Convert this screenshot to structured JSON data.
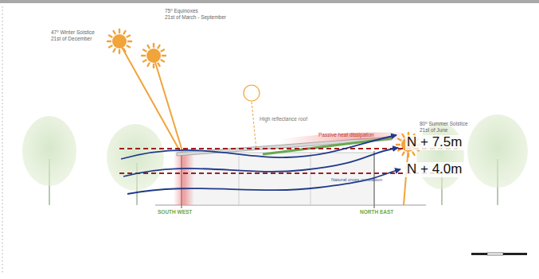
{
  "diagram": {
    "labels": [
      "47º Winter Solstice",
      "21st of December",
      "75º Equinoxes",
      "21st of March - September",
      "80º Summer Solstice",
      "21st of June",
      "High reflectance roof",
      "Passive heat dissipation",
      "Natural cross ventilation",
      "SOUTH WEST",
      "NORTH EAST",
      "N + 7.5m",
      "N + 4.0m"
    ]
  }
}
